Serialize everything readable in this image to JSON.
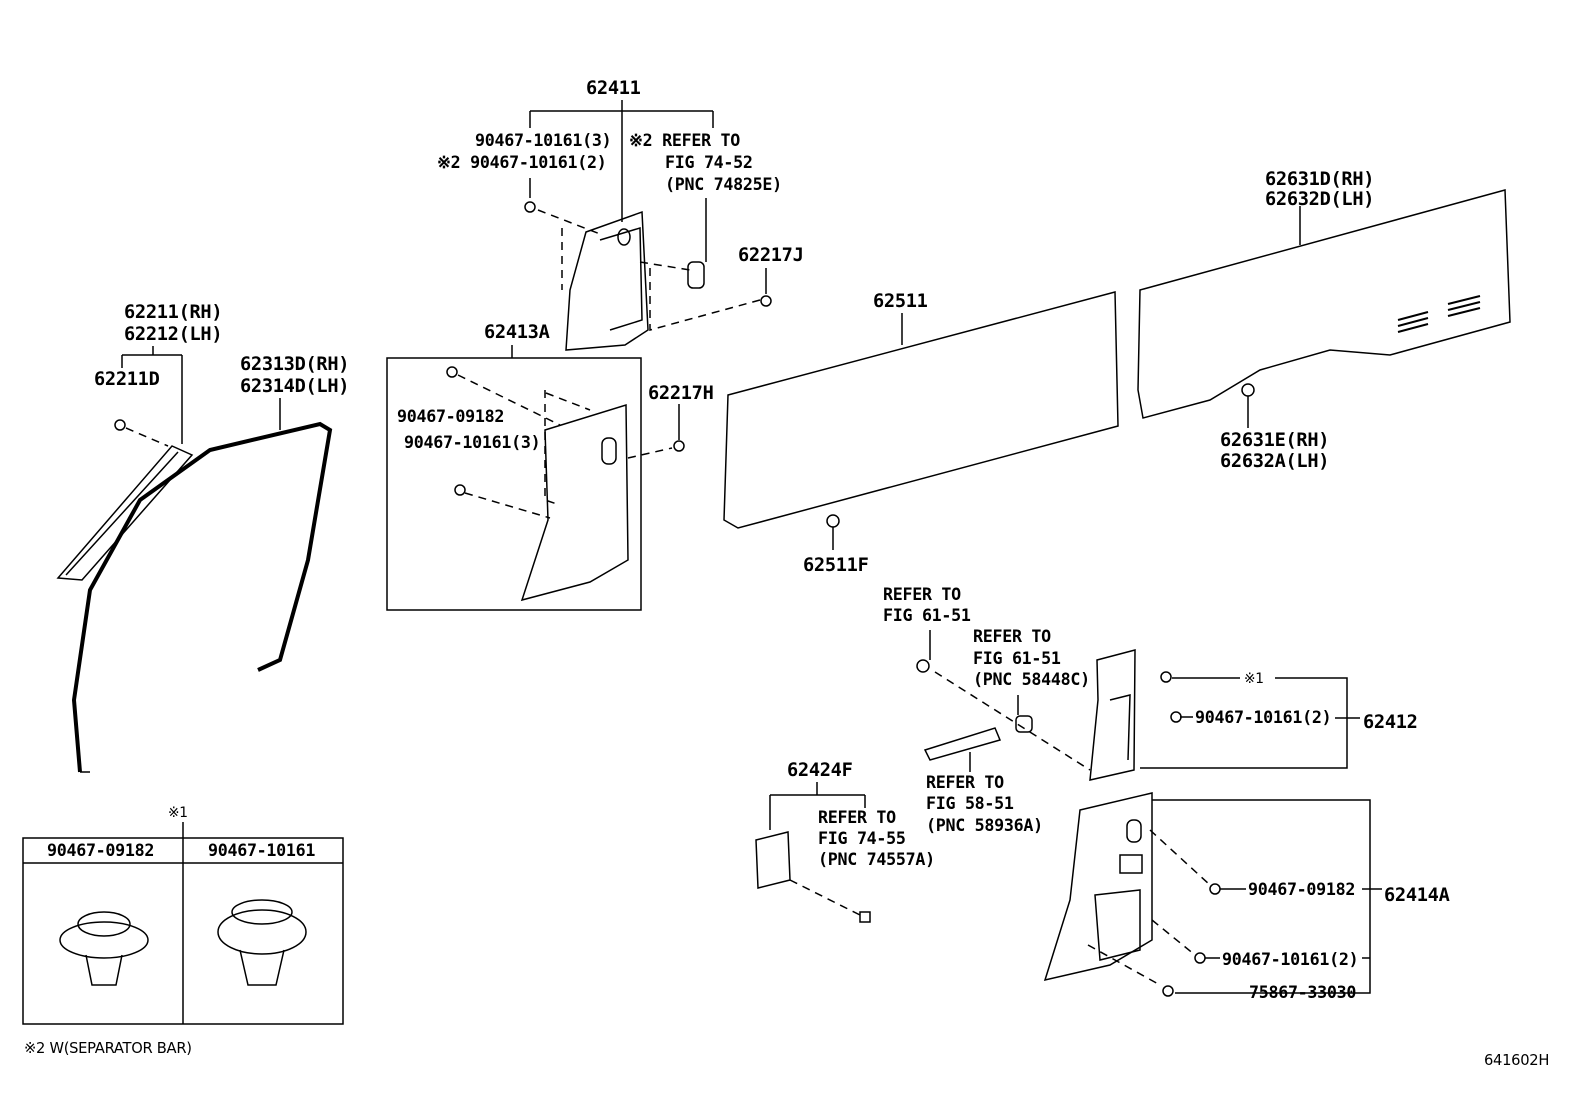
{
  "labels": {
    "p62411": "62411",
    "p62411_clip3": "90467-10161(3)",
    "p62411_clip2": "※2 90467-10161(2)",
    "p62411_ref1": "※2 REFER TO",
    "p62411_ref2": "FIG 74-52",
    "p62411_ref3": "(PNC 74825E)",
    "p62217J": "62217J",
    "p62211": "62211(RH)",
    "p62212": "62212(LH)",
    "p62211D": "62211D",
    "p62313D": "62313D(RH)",
    "p62314D": "62314D(LH)",
    "p62413A": "62413A",
    "p62413A_clipA": "90467-09182",
    "p62413A_clipB": "90467-10161(3)",
    "p62217H": "62217H",
    "p62511": "62511",
    "p62631D": "62631D(RH)",
    "p62632D": "62632D(LH)",
    "p62631E": "62631E(RH)",
    "p62632A": "62632A(LH)",
    "p62511F": "62511F",
    "refA1": "REFER TO",
    "refA2": "FIG 61-51",
    "refB1": "REFER TO",
    "refB2": "FIG 61-51",
    "refB3": "(PNC 58448C)",
    "mark1_a": "※1",
    "p62412_clip": "90467-10161(2)",
    "p62412": "62412",
    "p62424F": "62424F",
    "refC1": "REFER TO",
    "refC2": "FIG 58-51",
    "refC3": "(PNC 58936A)",
    "refD1": "REFER TO",
    "refD2": "FIG 74-55",
    "refD3": "(PNC 74557A)",
    "p62414A_clipA": "90467-09182",
    "p62414A": "62414A",
    "p62414A_clipB": "90467-10161(2)",
    "p75867": "75867-33030",
    "mark1_b": "※1",
    "legend_col1": "90467-09182",
    "legend_col2": "90467-10161",
    "note2": "※2 W(SEPARATOR BAR)",
    "figure_id": "641602H"
  }
}
